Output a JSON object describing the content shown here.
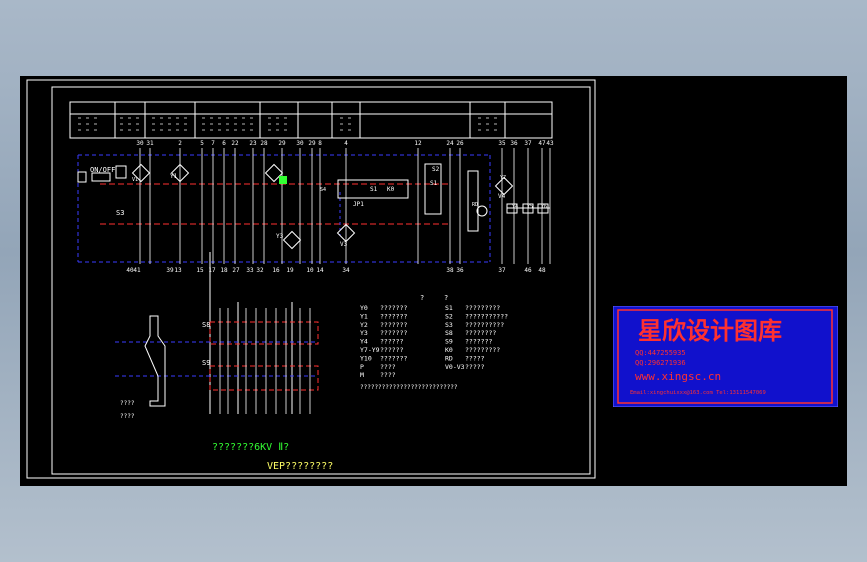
{
  "title_lines": [
    "???????6KV Ⅱ?",
    "VEP????????"
  ],
  "column_numbers": [
    "30",
    "31",
    "2",
    "5",
    "7",
    "6",
    "22",
    "23",
    "28",
    "29",
    "30",
    "29",
    "8",
    "4",
    "12",
    "24",
    "26",
    "35",
    "36",
    "37",
    "47",
    "43"
  ],
  "bottom_numbers": [
    "40",
    "41",
    "39",
    "13",
    "15",
    "17",
    "18",
    "27",
    "33",
    "32",
    "16",
    "19",
    "10",
    "14",
    "34",
    "38",
    "36",
    "37",
    "46",
    "48"
  ],
  "labels": {
    "on_off": "ON/OFF",
    "s1": "S1",
    "s2": "S2",
    "s3": "S3",
    "s4": "S4",
    "s8": "S8",
    "s9": "S9",
    "y1": "Y1",
    "y4": "Y4",
    "y5": "Y5",
    "y6": "Y6",
    "y7": "Y7",
    "y3": "Y3",
    "v1": "V1",
    "v3": "V3",
    "v4": "V4",
    "k0": "K0",
    "s1b": "S1",
    "rd": "RD",
    "jp1": "JP1",
    "small1": "????",
    "small2": "????",
    "q1": "?",
    "q2": "?"
  },
  "legend_left": [
    {
      "code": "Y0",
      "text": "???????"
    },
    {
      "code": "Y1",
      "text": "???????"
    },
    {
      "code": "Y2",
      "text": "???????"
    },
    {
      "code": "Y3",
      "text": "???????"
    },
    {
      "code": "Y4",
      "text": "??????"
    },
    {
      "code": "Y7-Y9",
      "text": "??????"
    },
    {
      "code": "Y10",
      "text": "???????"
    },
    {
      "code": "P",
      "text": "????"
    },
    {
      "code": "M",
      "text": "????"
    }
  ],
  "legend_right": [
    {
      "code": "S1",
      "text": "?????????"
    },
    {
      "code": "S2",
      "text": "???????????"
    },
    {
      "code": "S3",
      "text": "??????????"
    },
    {
      "code": "S8",
      "text": "????????"
    },
    {
      "code": "S9",
      "text": "???????"
    },
    {
      "code": "K0",
      "text": "?????????"
    },
    {
      "code": "RD",
      "text": "?????"
    },
    {
      "code": "V0-V3",
      "text": "?????"
    }
  ],
  "legend_footer": "???????????????????????????",
  "stamp": {
    "name": "星欣设计图库",
    "qq1": "QQ:447255935",
    "qq2": "QQ:296271936",
    "site": "www.xingsc.cn",
    "contact": "Email:xingchuixxx@163.com  Tel:13111547069"
  },
  "colors": {
    "line": "#ffffff",
    "dash": "#3a3cff",
    "red": "#ff3030",
    "green": "#33ff33",
    "yellow": "#ffff66",
    "stamp_bg": "#1111cc"
  }
}
